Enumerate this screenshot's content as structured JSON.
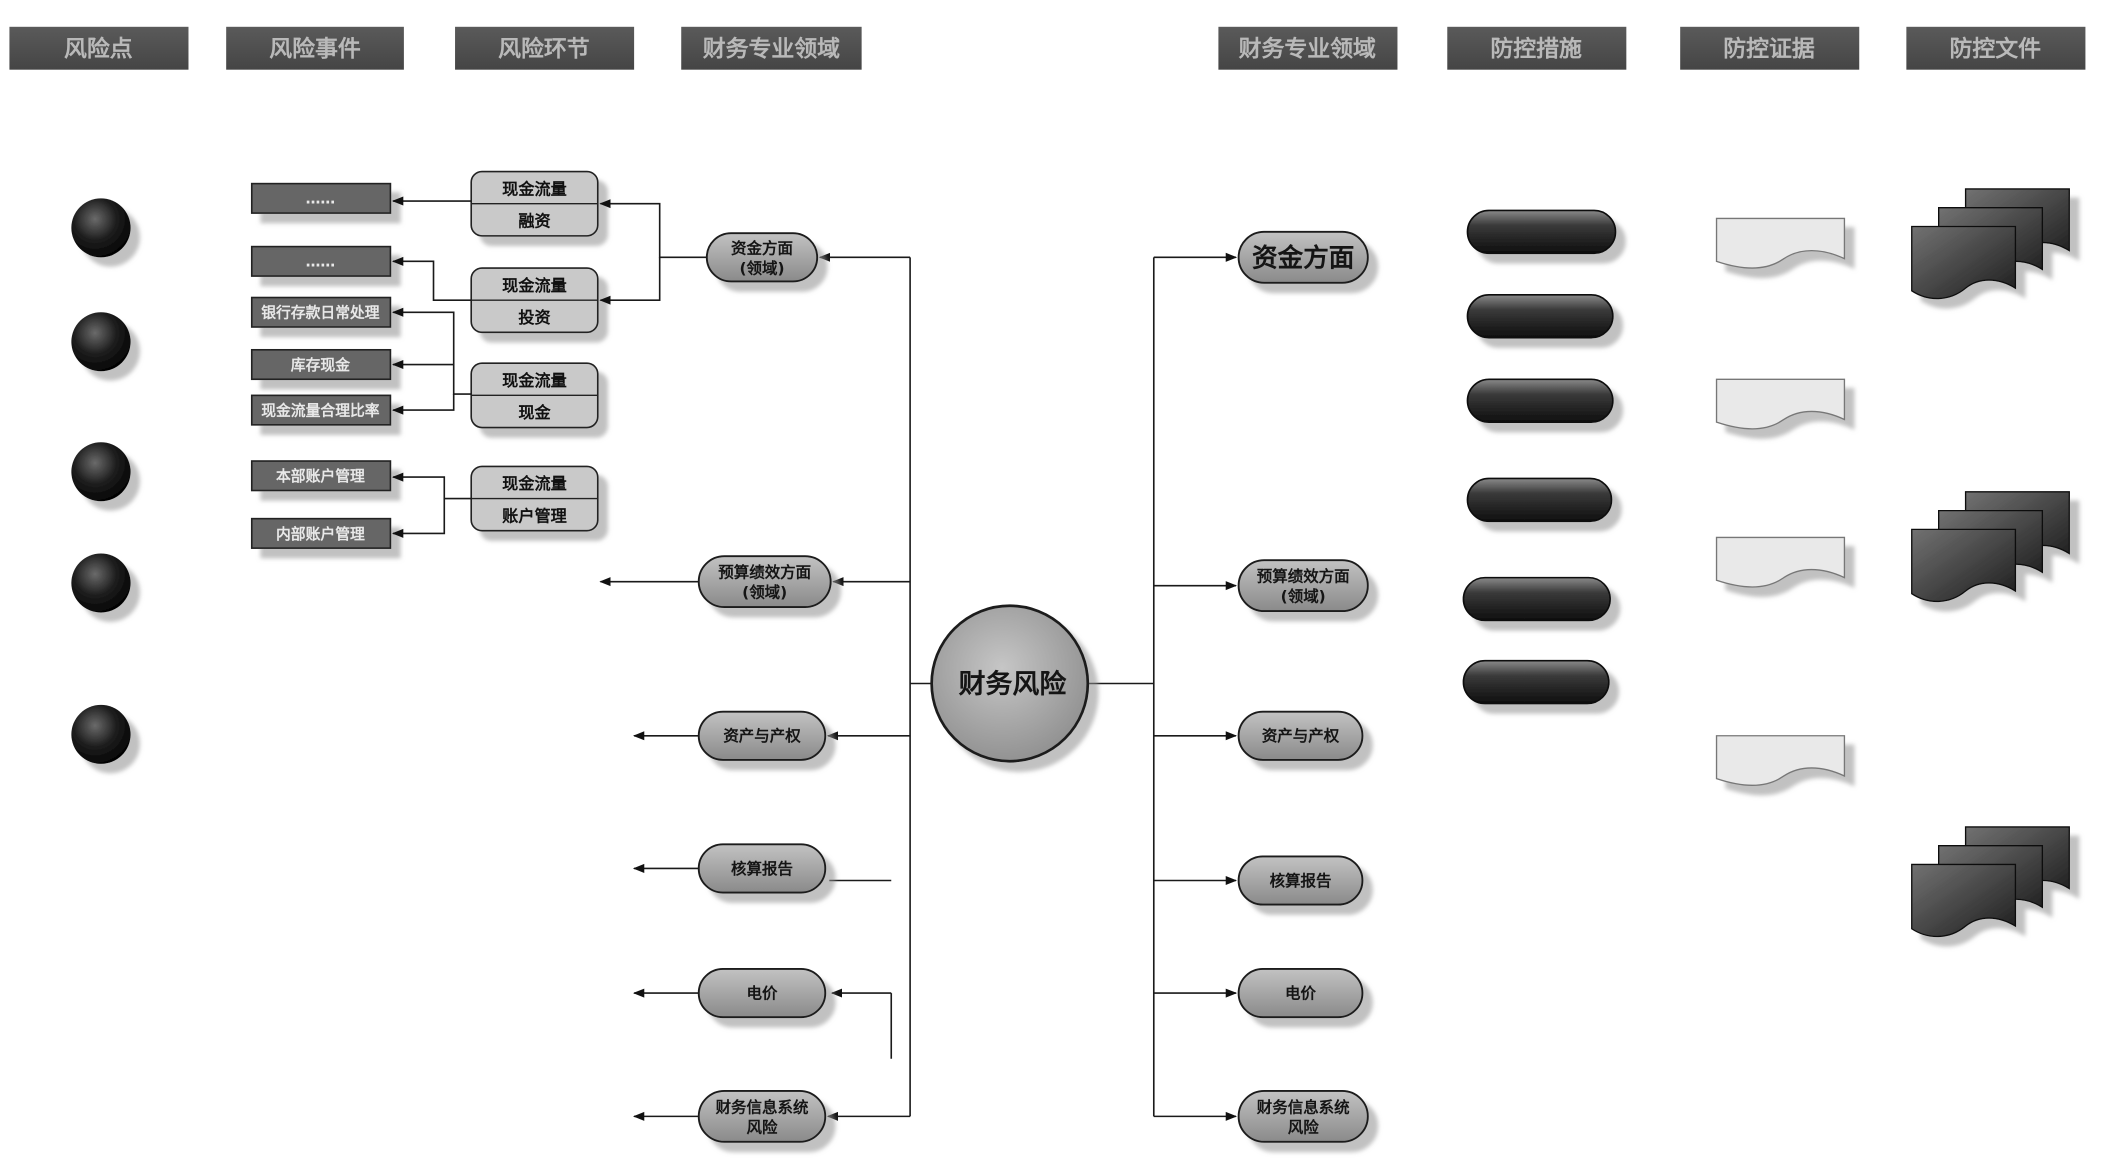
{
  "headers": {
    "risk_point": "风险点",
    "risk_event": "风险事件",
    "risk_link": "风险环节",
    "finance_domain_left": "财务专业领域",
    "finance_domain_right": "财务专业领域",
    "control_measures": "防控措施",
    "control_evidence": "防控证据",
    "control_files": "防控文件"
  },
  "center_node": "财务风险",
  "risk_events": [
    "……",
    "……",
    "银行存款日常处理",
    "库存现金",
    "现金流量合理比率",
    "本部账户管理",
    "内部账户管理"
  ],
  "risk_links": [
    {
      "top": "现金流量",
      "bottom": "融资"
    },
    {
      "top": "现金流量",
      "bottom": "投资"
    },
    {
      "top": "现金流量",
      "bottom": "现金"
    },
    {
      "top": "现金流量",
      "bottom": "账户管理"
    }
  ],
  "left_domains": [
    {
      "line1": "资金方面",
      "line2": "(领域)"
    },
    {
      "line1": "预算绩效方面",
      "line2": "(领域)"
    },
    {
      "line1": "资产与产权"
    },
    {
      "line1": "核算报告"
    },
    {
      "line1": "电价"
    },
    {
      "line1": "财务信息系统",
      "line2": "风险"
    }
  ],
  "right_domains": [
    {
      "line1": "资金方面"
    },
    {
      "line1": "预算绩效方面",
      "line2": "(领域)"
    },
    {
      "line1": "资产与产权"
    },
    {
      "line1": "核算报告"
    },
    {
      "line1": "电价"
    },
    {
      "line1": "财务信息系统",
      "line2": "风险"
    }
  ],
  "icons": {
    "risk_point": "black-circle-icon",
    "control_measure": "dark-pill-icon",
    "control_evidence": "document-icon",
    "control_file": "stacked-documents-icon"
  },
  "colors": {
    "header_bg": "#4f4f4f",
    "header_text": "#b9b9b9",
    "event_box": "#666666",
    "link_box": "#c9c9c9",
    "domain_node": "#a3a3a3",
    "center_node": "#a8a8a8",
    "shadow": "#8f8f8f"
  }
}
